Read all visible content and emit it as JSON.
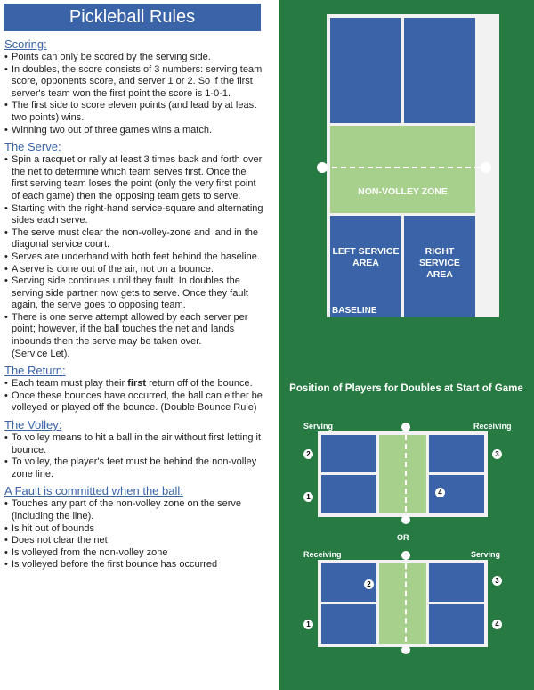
{
  "title": "Pickleball Rules",
  "sections": [
    {
      "heading": "Scoring:",
      "items": [
        "Points can only be scored by the serving side.",
        "In doubles, the score consists of 3 numbers: serving team score, opponents score, and server 1 or 2. So if the first server's team won the first point the score is 1-0-1.",
        "The first side to score eleven points (and lead by at least two points) wins.",
        "Winning two out of three games wins a match."
      ]
    },
    {
      "heading": "The Serve:",
      "items": [
        "Spin a racquet or rally at least 3 times back and forth over the net to determine which team serves first. Once the first serving team loses the point (only the very first point of each game) then the opposing team gets to serve.",
        "Starting with the right-hand service-square and alternating sides each serve.",
        "The serve must clear the non-volley-zone and land in the diagonal service court.",
        "Serves are underhand with both feet behind the baseline.",
        "A serve is done out of the air, not on a bounce.",
        "Serving side continues until they fault. In doubles the serving side partner now gets to serve. Once they fault again, the serve goes to opposing team.",
        "There is one serve attempt allowed by each server per point; however, if the ball touches the net and lands inbounds then the serve may be taken over."
      ],
      "note": "(Service Let)."
    },
    {
      "heading": "The Return:",
      "items_rich": [
        {
          "before": "Each team must play their ",
          "bold": "first",
          "after": " return off of the bounce."
        }
      ],
      "items": [
        "Once these bounces have occurred, the ball can either be volleyed or played off the bounce. (Double Bounce Rule)"
      ]
    },
    {
      "heading": "The Volley:",
      "items": [
        "To volley means to hit a ball in the air without first letting it bounce.",
        "To volley, the player's feet must be behind the non-volley zone line."
      ]
    },
    {
      "heading": "A Fault is committed when the ball:",
      "items": [
        "Touches any part of the non-volley zone on the serve (including the line).",
        "Is hit out of bounds",
        "Does not clear the net",
        "Is volleyed from the non-volley zone",
        "Is volleyed before the first bounce has occurred"
      ]
    }
  ],
  "court": {
    "non_volley_zone": "NON-VOLLEY ZONE",
    "left_service": "LEFT SERVICE\nAREA",
    "right_service": "RIGHT SERVICE\nAREA",
    "baseline": "BASELINE"
  },
  "positions": {
    "title": "Position of Players for Doubles at Start of Game",
    "diagram1": {
      "left_label": "Serving",
      "right_label": "Receiving",
      "players": [
        "2",
        "1",
        "3",
        "4"
      ]
    },
    "or": "OR",
    "diagram2": {
      "left_label": "Receiving",
      "right_label": "Serving",
      "players": [
        "2",
        "1",
        "3",
        "4"
      ]
    }
  },
  "colors": {
    "blue": "#3a63a8",
    "green": "#267a42",
    "kitchen": "#a8d08d"
  }
}
